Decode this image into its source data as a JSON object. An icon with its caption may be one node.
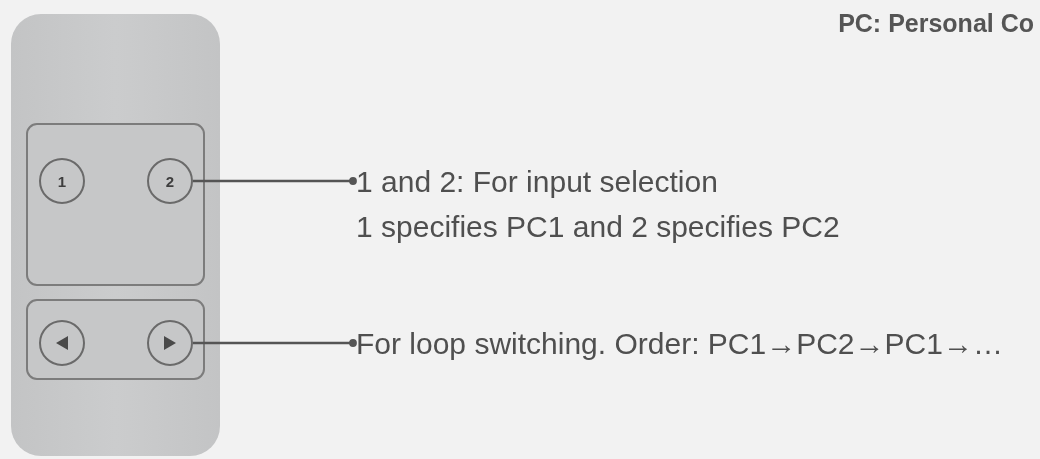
{
  "diagram": {
    "nodes": [
      {
        "text": [],
        "shape": "box"
      },
      {
        "text": [],
        "shape": "box",
        "in": 0
      },
      {
        "text": [
          "1"
        ],
        "in": 1
      },
      {
        "text": [
          "2"
        ],
        "in": 1
      },
      {
        "text": [],
        "shape": "box",
        "in": 0
      },
      {
        "text": [],
        "shape": "circle",
        "in": 4
      },
      {
        "text": [],
        "shape": "circle",
        "in": 4
      },
      {
        "text": [
          "1 and 2: For input selection",
          "1 specifies PC1 and 2 specifies PC2"
        ]
      },
      {
        "text": [
          "For loop switching. Order: PC1→PC2→PC1→…"
        ]
      }
    ],
    "edges": [
      {
        "from": 7,
        "to": 3,
        "arrow": "other"
      },
      {
        "from": 8,
        "to": 6,
        "arrow": "other"
      }
    ],
    "labels": [
      "PC: Personal Co"
    ]
  }
}
